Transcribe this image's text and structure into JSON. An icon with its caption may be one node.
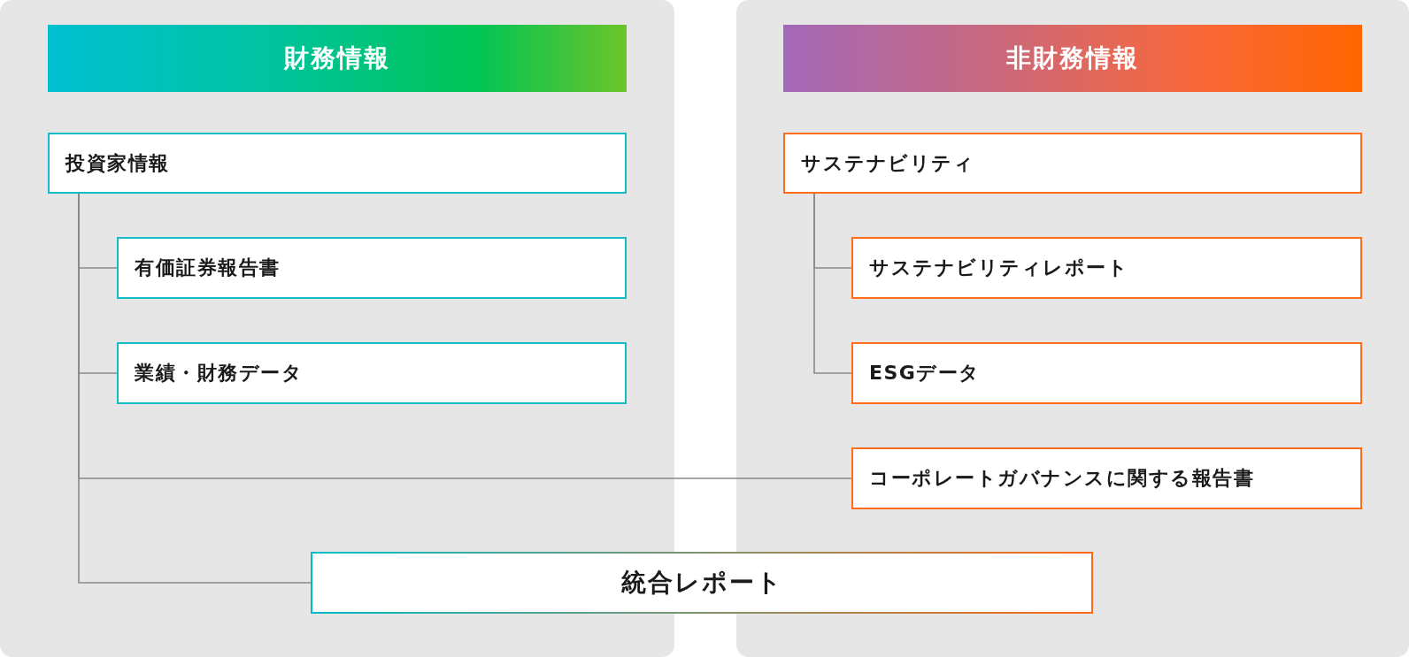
{
  "diagram": {
    "nodes": [
      {
        "text": [
          "財務情報"
        ]
      },
      {
        "text": [
          "投資家情報"
        ],
        "in": 0
      },
      {
        "text": [
          "有価証券報告書"
        ],
        "in": 0
      },
      {
        "text": [
          "業績・財務データ"
        ],
        "in": 0
      },
      {
        "text": [
          "非財務情報"
        ]
      },
      {
        "text": [
          "サステナビリティ"
        ],
        "in": 4
      },
      {
        "text": [
          "サステナビリティレポート"
        ],
        "in": 4
      },
      {
        "text": [
          "ESGデータ"
        ],
        "in": 4
      },
      {
        "text": [
          "コーポレートガバナンスに関する報告書"
        ],
        "in": 4
      },
      {
        "text": [
          "統合レポート"
        ]
      }
    ],
    "edges": [
      {
        "from": 1,
        "to": 2,
        "arrow": "none"
      },
      {
        "from": 1,
        "to": 3,
        "arrow": "none"
      },
      {
        "from": 1,
        "to": 8,
        "arrow": "none"
      },
      {
        "from": 1,
        "to": 9,
        "arrow": "none"
      },
      {
        "from": 5,
        "to": 6,
        "arrow": "none"
      },
      {
        "from": 5,
        "to": 7,
        "arrow": "none"
      }
    ]
  }
}
